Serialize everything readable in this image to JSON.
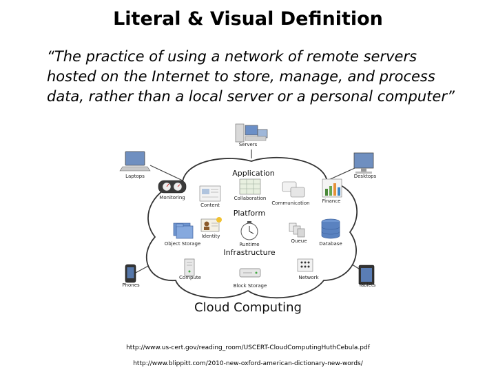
{
  "slide": {
    "title": "Literal & Visual Definition",
    "quote_lines": [
      "“The practice of using a network of remote servers",
      "hosted on the Internet to store, manage, and process",
      "data, rather than a local server or a personal computer”"
    ],
    "sources": [
      "http://www.us-cert.gov/reading_room/USCERT-CloudComputingHuthCebula.pdf",
      "http://www.blippitt.com/2010-new-oxford-american-dictionary-new-words/"
    ]
  },
  "diagram": {
    "title": "Cloud Computing",
    "layers": {
      "application": "Application",
      "platform": "Platform",
      "infrastructure": "Infrastructure"
    },
    "outer_devices": {
      "servers": "Servers",
      "laptops": "Laptops",
      "desktops": "Desktops",
      "phones": "Phones",
      "tablets": "Tablets"
    },
    "application_items": {
      "monitoring": "Monitoring",
      "content": "Content",
      "collaboration": "Collaboration",
      "communication": "Communication",
      "finance": "Finance"
    },
    "platform_items": {
      "object_storage": "Object Storage",
      "identity": "Identity",
      "runtime": "Runtime",
      "queue": "Queue",
      "database": "Database"
    },
    "infrastructure_items": {
      "compute": "Compute",
      "block_storage": "Block Storage",
      "network": "Network"
    }
  }
}
